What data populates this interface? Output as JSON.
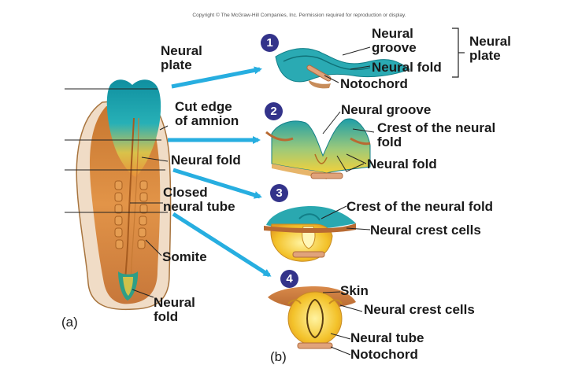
{
  "copyright": "Copyright © The McGraw-Hill Companies, Inc. Permission required for reproduction or display.",
  "panel_a": "(a)",
  "panel_b": "(b)",
  "left_labels": {
    "neural_plate": [
      "Neural",
      "plate"
    ],
    "cut_edge": [
      "Cut edge",
      "of amnion"
    ],
    "neural_fold": "Neural fold",
    "closed_tube": [
      "Closed",
      "neural tube"
    ],
    "somite": "Somite",
    "neural_fold_bottom": [
      "Neural",
      "fold"
    ]
  },
  "stages": [
    {
      "number": "1",
      "labels": {
        "neural_groove": [
          "Neural",
          "groove"
        ],
        "neural_fold": "Neural fold",
        "notochord": "Notochord",
        "bracket": [
          "Neural",
          "plate"
        ]
      }
    },
    {
      "number": "2",
      "labels": {
        "neural_groove": "Neural groove",
        "crest": [
          "Crest of the neural",
          "fold"
        ],
        "neural_fold": "Neural fold"
      }
    },
    {
      "number": "3",
      "labels": {
        "crest": "Crest of the neural fold",
        "crest_cells": "Neural crest cells"
      }
    },
    {
      "number": "4",
      "labels": {
        "skin": "Skin",
        "crest_cells": "Neural crest cells",
        "neural_tube": "Neural tube",
        "notochord": "Notochord"
      }
    }
  ],
  "colors": {
    "teal": "#1e9ea8",
    "orange": "#e8913a",
    "yellow": "#f3d13a",
    "arrow": "#27aee0",
    "badge": "#33338a"
  }
}
